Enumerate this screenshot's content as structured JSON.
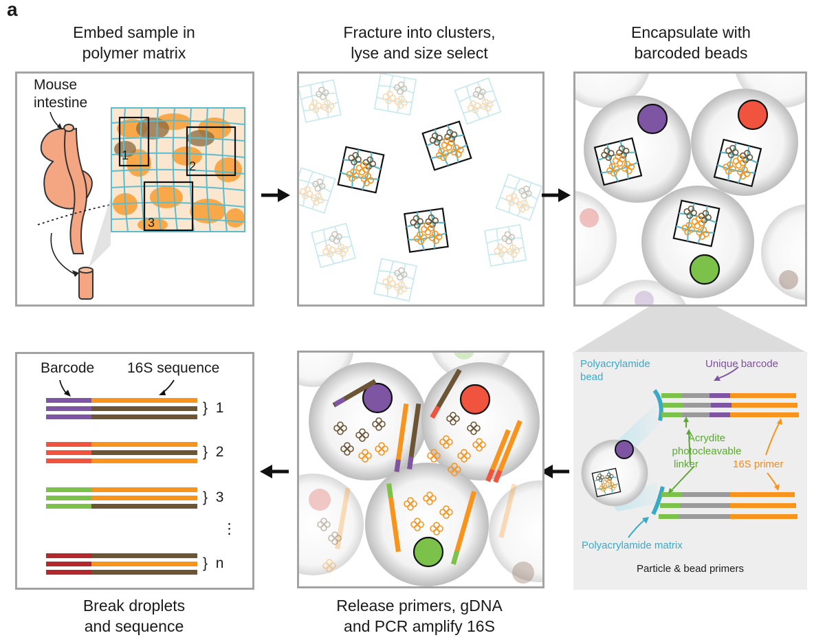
{
  "panel_letter": "a",
  "steps": {
    "embed": {
      "title_line1": "Embed sample in",
      "title_line2": "polymer matrix"
    },
    "fracture": {
      "title_line1": "Fracture into clusters,",
      "title_line2": "lyse and size select"
    },
    "encapsulate": {
      "title_line1": "Encapsulate with",
      "title_line2": "barcoded beads"
    },
    "release": {
      "title_line1": "Release primers, gDNA",
      "title_line2": "and PCR amplify 16S"
    },
    "break": {
      "title_line1": "Break droplets",
      "title_line2": "and sequence"
    }
  },
  "embed_panel": {
    "tissue_label_line1": "Mouse",
    "tissue_label_line2": "intestine",
    "cluster_labels": [
      "1",
      "2",
      "3"
    ]
  },
  "primer_panel": {
    "bead_label_line1": "Polyacrylamide",
    "bead_label_line2": "bead",
    "barcode_label": "Unique barcode",
    "linker_label_line1": "Acrydite",
    "linker_label_line2": "photocleavable",
    "linker_label_line3": "linker",
    "primer_label": "16S primer",
    "matrix_label": "Polyacrylamide matrix",
    "caption": "Particle & bead primers"
  },
  "sequence_panel": {
    "barcode_label": "Barcode",
    "sequence_label": "16S sequence",
    "group_labels": [
      "1",
      "2",
      "3",
      "⋮",
      "n"
    ]
  },
  "colors": {
    "panel_border": "#a3a3a3",
    "matrix_cyan": "#5bbccf",
    "bacteria_orange": "#f7941d",
    "bacteria_brown": "#6b5535",
    "tissue_peach": "#f4a582",
    "barcode_purple": "#7e55a3",
    "barcode_red": "#f0533e",
    "barcode_green": "#7cc24a",
    "barcode_darkred": "#b3282d",
    "primer_panel_bg": "#eeeeee"
  }
}
